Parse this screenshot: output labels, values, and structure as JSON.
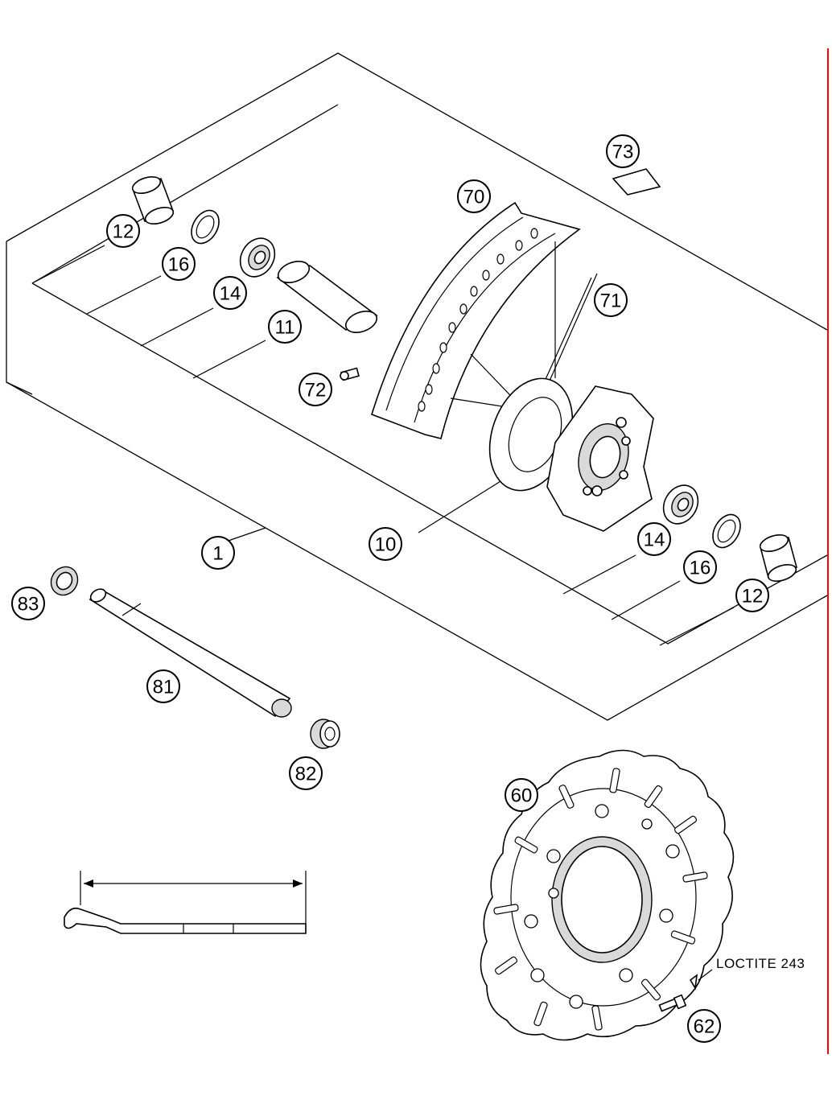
{
  "callouts": [
    {
      "id": "rim-tape-73",
      "label": "73"
    },
    {
      "id": "rim-70",
      "label": "70"
    },
    {
      "id": "spokes-71",
      "label": "71"
    },
    {
      "id": "spacer-12-left",
      "label": "12"
    },
    {
      "id": "seal-16-left",
      "label": "16"
    },
    {
      "id": "bearing-14-left",
      "label": "14"
    },
    {
      "id": "spacer-11",
      "label": "11"
    },
    {
      "id": "nipple-72",
      "label": "72"
    },
    {
      "id": "hub-10",
      "label": "10"
    },
    {
      "id": "wheel-assembly-1",
      "label": "1"
    },
    {
      "id": "bearing-14-right",
      "label": "14"
    },
    {
      "id": "seal-16-right",
      "label": "16"
    },
    {
      "id": "spacer-12-right",
      "label": "12"
    },
    {
      "id": "nut-83",
      "label": "83"
    },
    {
      "id": "axle-81",
      "label": "81"
    },
    {
      "id": "plug-82",
      "label": "82"
    },
    {
      "id": "brake-disc-60",
      "label": "60"
    },
    {
      "id": "disc-screw-62",
      "label": "62"
    }
  ],
  "notes": {
    "loctite": "LOCTITE 243"
  },
  "colors": {
    "line": "#000000",
    "fill": "#ffffff",
    "accent_edge": "#ff0000"
  }
}
